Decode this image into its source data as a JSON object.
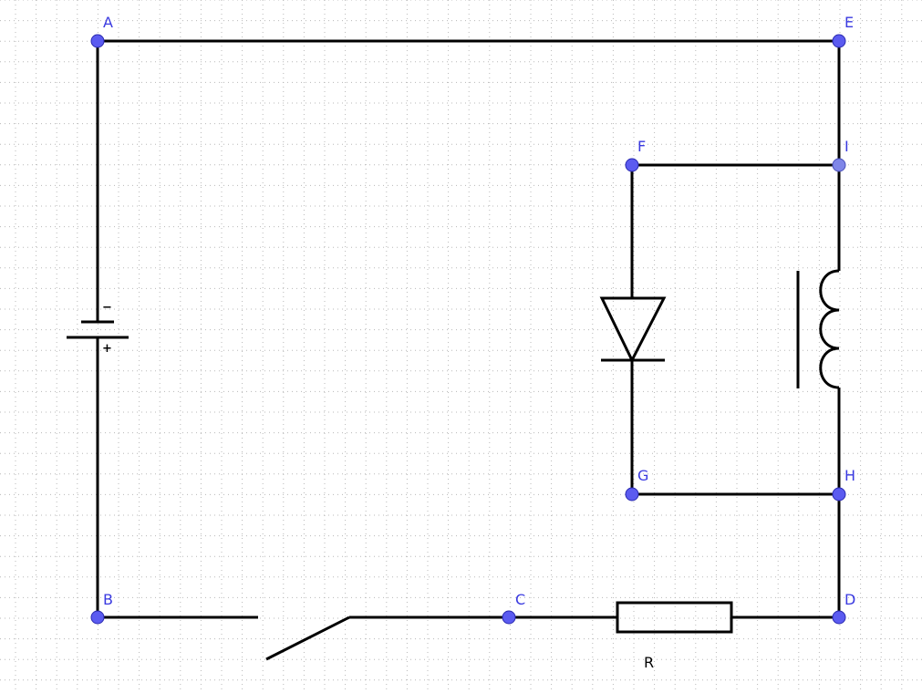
{
  "points": {
    "A": "A",
    "B": "B",
    "C": "C",
    "D": "D",
    "E": "E",
    "F": "F",
    "G": "G",
    "H": "H",
    "I": "I"
  },
  "battery": {
    "minus": "−",
    "plus": "+"
  },
  "resistor": {
    "label": "R"
  },
  "colors": {
    "point": "#5b5bf0",
    "label": "#3a3ae0",
    "wire": "#000000"
  }
}
